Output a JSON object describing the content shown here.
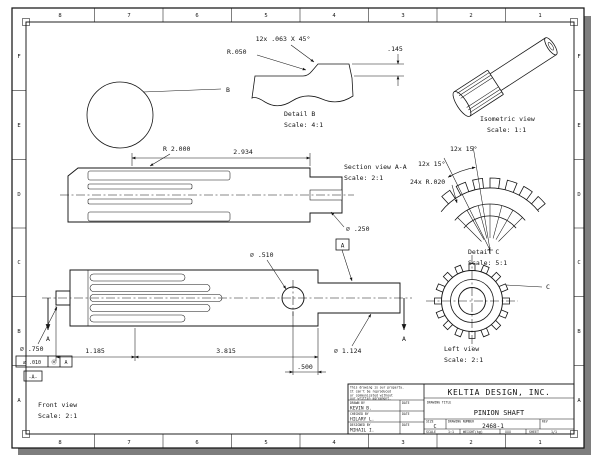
{
  "frame": {
    "zone_cols": [
      "8",
      "7",
      "6",
      "5",
      "4",
      "3",
      "2",
      "1"
    ],
    "zone_rows": [
      "F",
      "E",
      "D",
      "C",
      "B",
      "A"
    ]
  },
  "views": {
    "section_aa": {
      "title": "Section view A-A",
      "scale": "Scale: 2:1",
      "detail_label": "B",
      "radius": "R 2.000",
      "length": "2.934",
      "bore": "⌀ .250"
    },
    "detail_b": {
      "title": "Detail B",
      "scale": "Scale: 4:1",
      "chamfer": "12x .063 X 45°",
      "fillet": "R.050",
      "height": ".145"
    },
    "isometric": {
      "title": "Isometric view",
      "scale": "Scale: 1:1"
    },
    "detail_c": {
      "title": "Detail C",
      "scale": "Scale: 5:1",
      "tooth_angle_1": "12x 15°",
      "tooth_angle_2": "12x 15°",
      "fillet": "24x R.020"
    },
    "left_view": {
      "title": "Left view",
      "scale": "Scale: 2:1",
      "detail_label": "C"
    },
    "front_view": {
      "title": "Front view",
      "scale": "Scale: 2:1",
      "hole_dia": "⌀ .510",
      "journal_dia": "⌀ 1.124",
      "pin_dia": "⌀ .750",
      "len1": "1.185",
      "len2": "3.815",
      "len3": ".500",
      "datum_label": "A",
      "cut_left": "A",
      "cut_right": "A",
      "fcf_tol": "⌀ .010",
      "fcf_mod": "Ⓜ",
      "fcf_datum": "A",
      "datum_flag": "-A-"
    }
  },
  "title_block": {
    "note1": "This drawing is our property.",
    "note2": "It can't be reproduced",
    "note3": "or communicated without",
    "note4": "our written agreement.",
    "drawn_label": "DRAWN BY",
    "drawn": "KEVIN B.",
    "checked_label": "CHECKED BY",
    "checked": "HILARY L.",
    "designed_label": "DESIGNED BY",
    "designed": "MIHAIL I.",
    "date_label": "DATE",
    "company": "KELTIA DESIGN, INC.",
    "title_label": "DRAWING TITLE",
    "title": "PINION SHAFT",
    "size_label": "SIZE",
    "size": "C",
    "number_label": "DRAWING NUMBER",
    "number": "2468-1",
    "rev_label": "REV",
    "scale_label": "SCALE",
    "scale_value": "1:1",
    "weight_label": "WEIGHT(kg)",
    "weight_value": "XXX",
    "sheet_label": "SHEET",
    "sheet_value": "1/1"
  }
}
